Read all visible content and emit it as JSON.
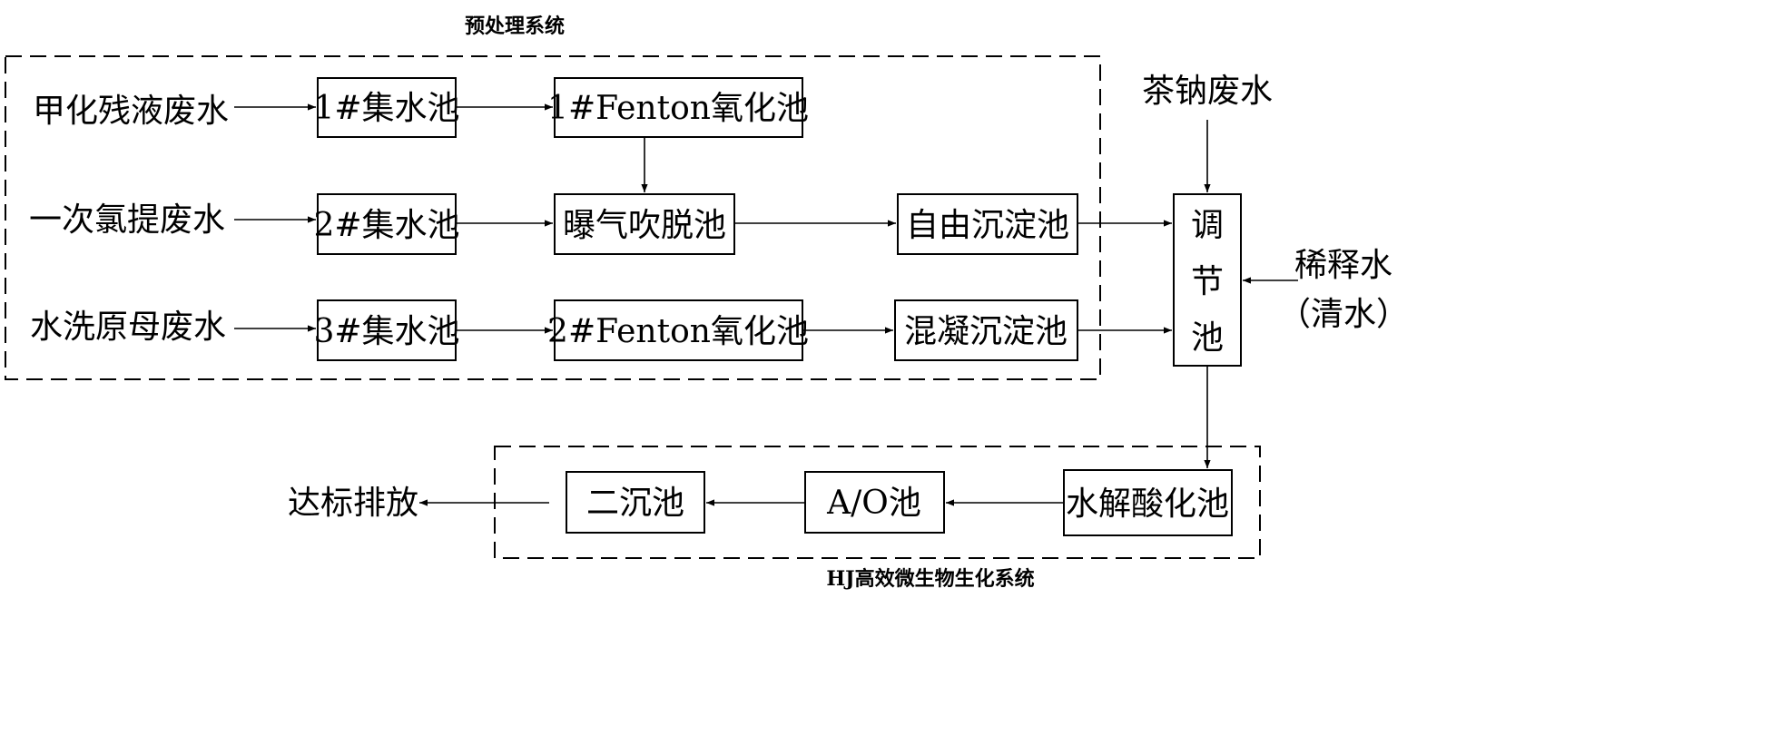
{
  "pretreatment_system": {
    "title": "预处理系统",
    "influents": [
      "甲化残液废水",
      "一次氯提废水",
      "水洗原母废水"
    ],
    "collection_tanks": [
      "1#集水池",
      "2#集水池",
      "3#集水池"
    ],
    "fenton_tank_1": "1#Fenton氧化池",
    "aeration_stripping_tank": "曝气吹脱池",
    "fenton_tank_2": "2#Fenton氧化池",
    "free_settling_tank": "自由沉淀池",
    "coagulation_settling_tank": "混凝沉淀池"
  },
  "naphthol_sodium_wastewater": "茶钠废水",
  "regulating_tank": [
    "调",
    "节",
    "池"
  ],
  "dilution_water": [
    "稀释水",
    "（清水）"
  ],
  "biochemical_system": {
    "title": "HJ高效微生物生化系统",
    "hydrolysis_tank": "水解酸化池",
    "ao_tank": "A/O池",
    "secondary_clarifier": "二沉池"
  },
  "discharge": "达标排放"
}
